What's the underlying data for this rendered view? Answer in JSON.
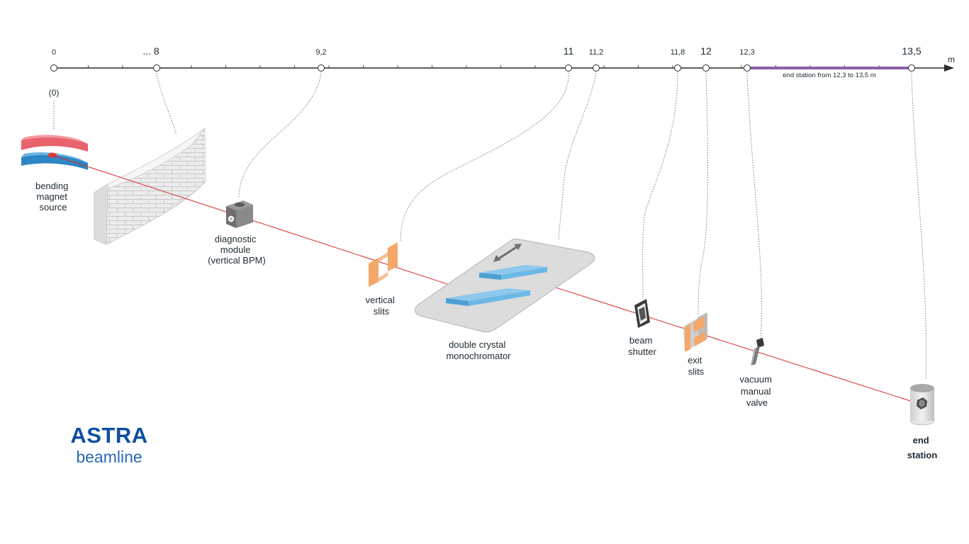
{
  "axis": {
    "unit": "m",
    "ticks": [
      {
        "label": "0",
        "size": "small"
      },
      {
        "label": "... 8",
        "size": "large"
      },
      {
        "label": "9,2",
        "size": "small"
      },
      {
        "label": "11",
        "size": "large"
      },
      {
        "label": "11,2",
        "size": "small"
      },
      {
        "label": "11,8",
        "size": "small"
      },
      {
        "label": "12",
        "size": "large"
      },
      {
        "label": "12,3",
        "size": "small"
      },
      {
        "label": "13,5",
        "size": "large"
      }
    ],
    "origin_note": "(0)",
    "end_station_range": "end station from 12,3 to 13,5 m"
  },
  "components": {
    "bending_magnet": [
      "bending",
      "magnet",
      "source"
    ],
    "diagnostic_module": [
      "diagnostic",
      "module",
      "(vertical BPM)"
    ],
    "vertical_slits": [
      "vertical",
      "slits"
    ],
    "monochromator": [
      "double crystal",
      "monochromator"
    ],
    "beam_shutter": [
      "beam",
      "shutter"
    ],
    "exit_slits": [
      "exit",
      "slits"
    ],
    "vacuum_valve": [
      "vacuum",
      "manual",
      "valve"
    ],
    "end_station": [
      "end",
      "station"
    ]
  },
  "brand": {
    "title": "ASTRA",
    "subtitle": "beamline"
  },
  "colors": {
    "beam": "#d62b2b",
    "magnet_top": "#e8636c",
    "magnet_bottom": "#3d9bd6",
    "slits": "#f5a76a",
    "crystal": "#6bb8e6",
    "end_station_bar": "#8b5fa8",
    "brand": "#0d4fa1"
  }
}
